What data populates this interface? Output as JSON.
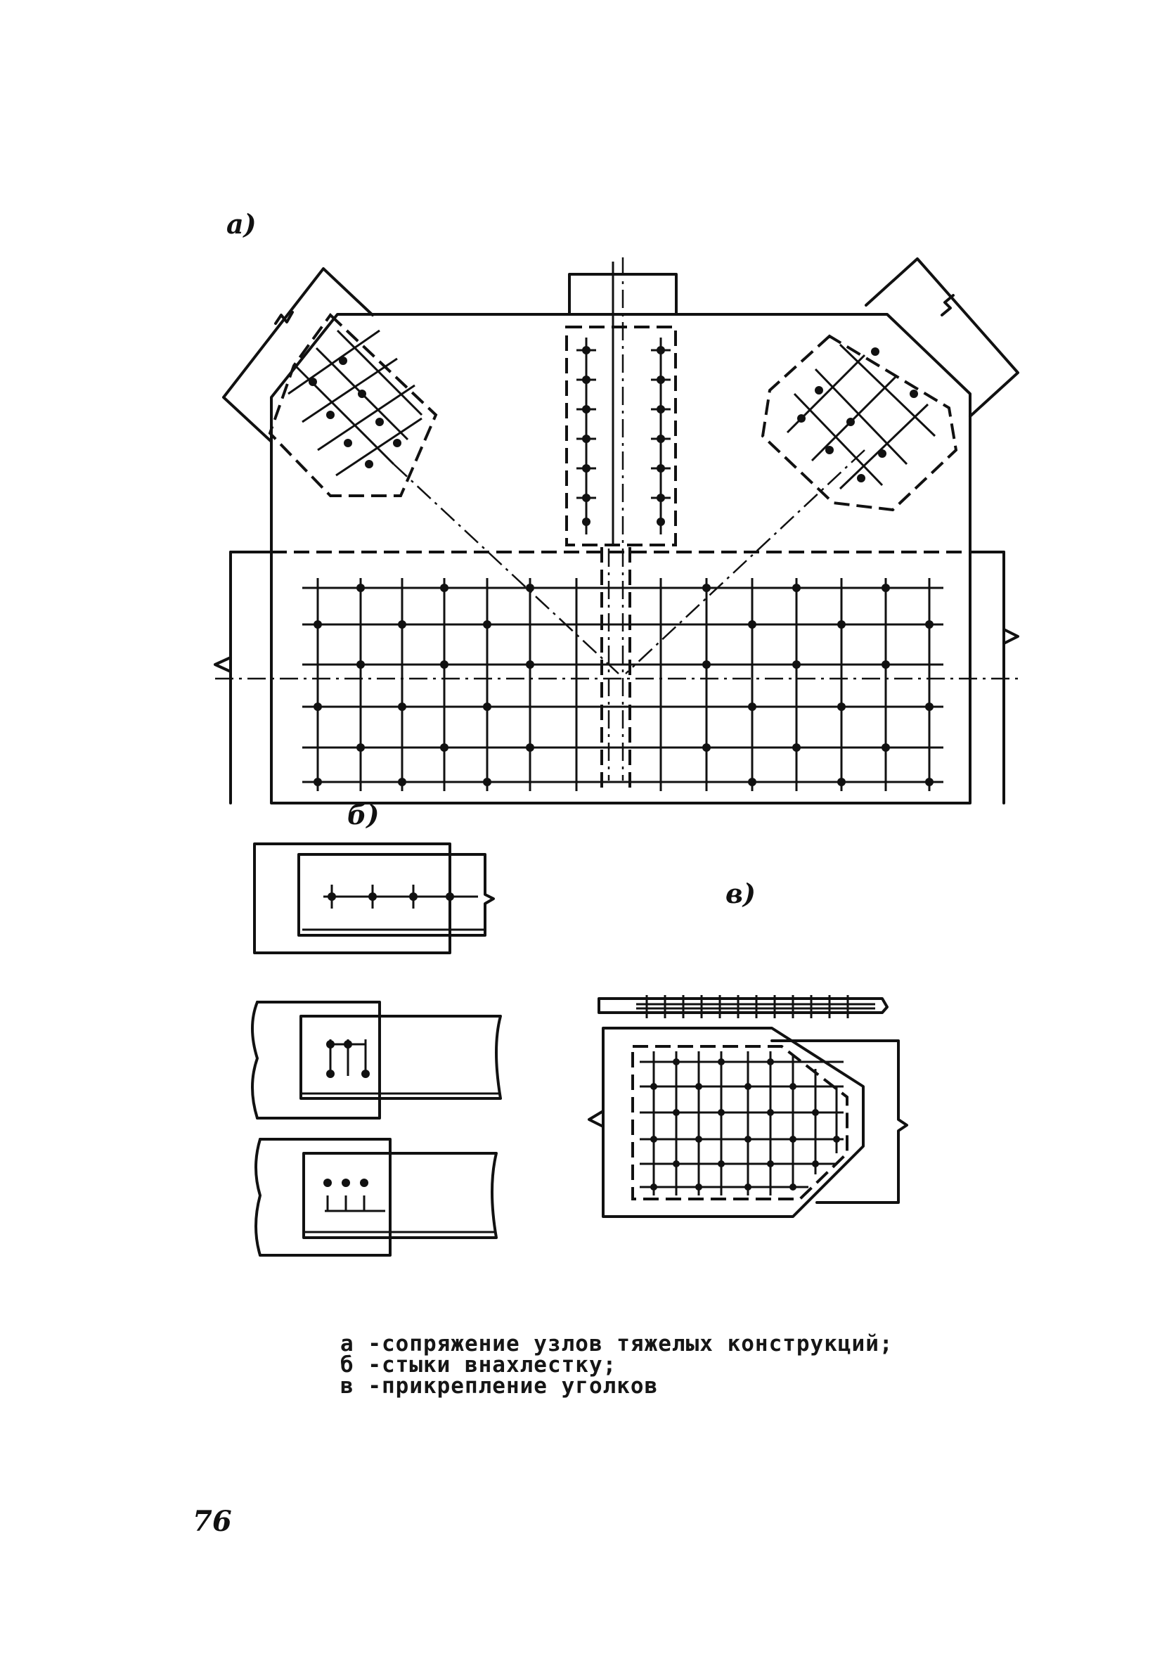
{
  "figure": {
    "labels": {
      "a": "а)",
      "b": "б)",
      "v": "в)"
    }
  },
  "caption": {
    "lines": [
      "а -сопряжение узлов тяжелых конструкций;",
      "б -стыки внахлестку;",
      "в -прикрепление уголков"
    ]
  },
  "page_number": "76"
}
